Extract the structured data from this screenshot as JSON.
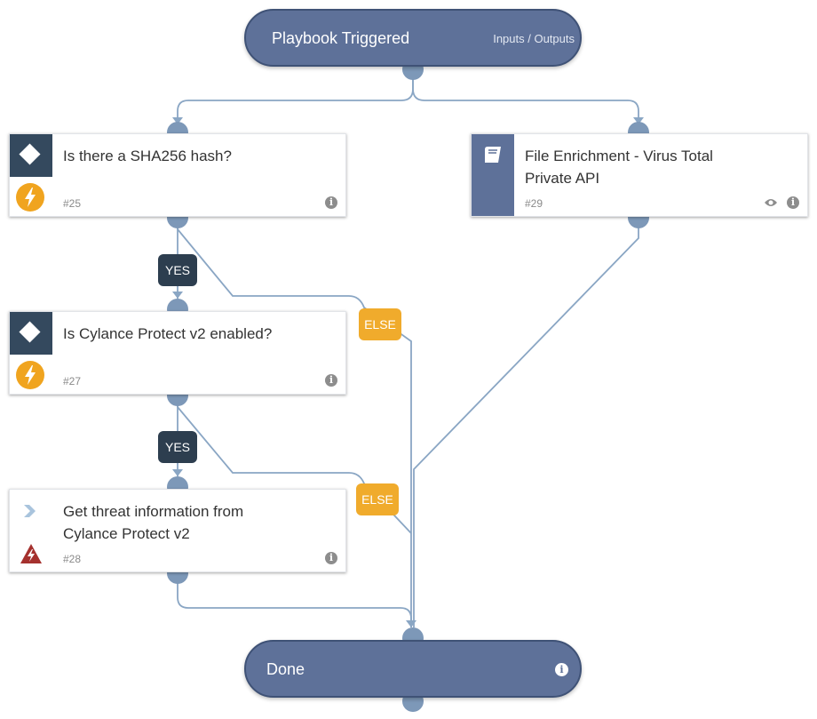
{
  "start": {
    "title": "Playbook Triggered",
    "link": "Inputs / Outputs"
  },
  "end": {
    "title": "Done",
    "info_icon": "info-icon"
  },
  "tasks": {
    "t25": {
      "title": "Is there a SHA256 hash?",
      "id": "#25",
      "type": "condition"
    },
    "t29": {
      "title_line1": "File Enrichment - Virus Total",
      "title_line2": "Private API",
      "id": "#29",
      "type": "sub-playbook"
    },
    "t27": {
      "title": "Is Cylance Protect v2 enabled?",
      "id": "#27",
      "type": "condition"
    },
    "t28": {
      "title_line1": "Get threat information from",
      "title_line2": "Cylance Protect v2",
      "id": "#28",
      "type": "command"
    }
  },
  "labels": {
    "yes1": "YES",
    "yes2": "YES",
    "else1": "ELSE",
    "else2": "ELSE"
  },
  "colors": {
    "pill": "#5e7199",
    "edge": "#8aa6c4",
    "yes": "#2d3e4f",
    "else": "#f0ab2c",
    "bolt": "#f0a41f",
    "error": "#a5312e"
  }
}
